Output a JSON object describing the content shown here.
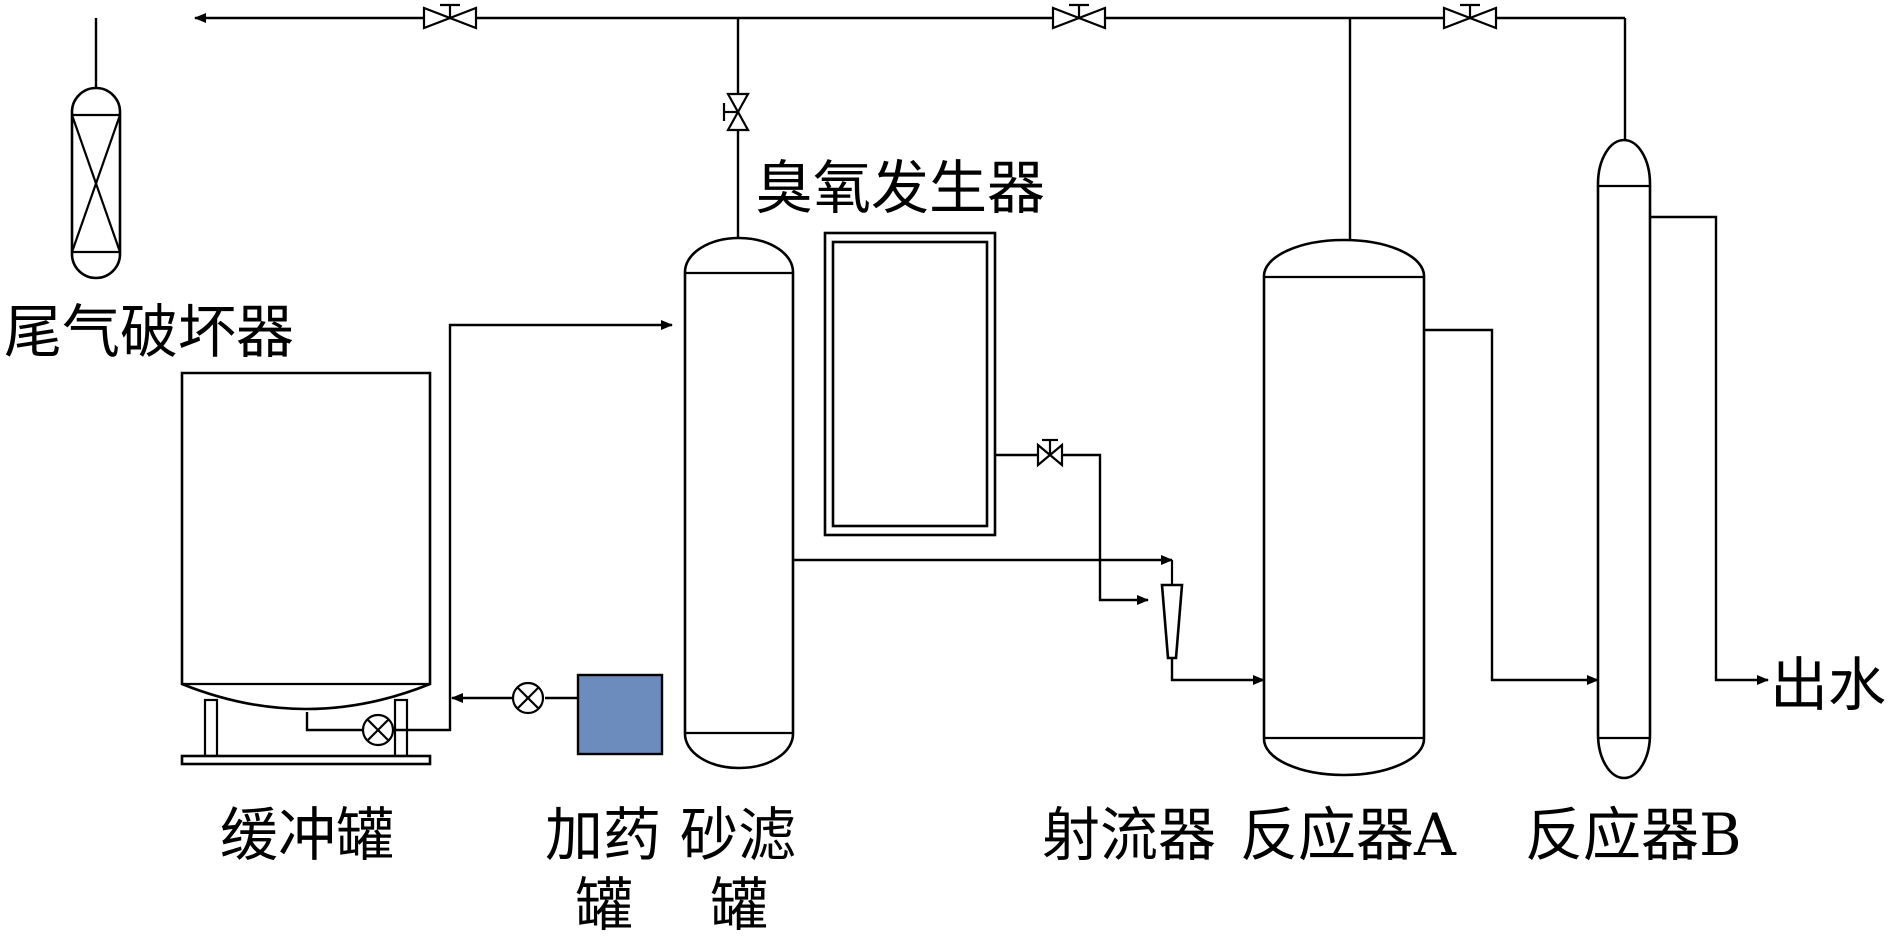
{
  "labels": {
    "destructor": "尾气破坏器",
    "ozone_generator": "臭氧发生器",
    "buffer_tank": "缓冲罐",
    "dosing_tank_line1": "加药",
    "dosing_tank_line2": "罐",
    "sand_filter_line1": "砂滤",
    "sand_filter_line2": "罐",
    "ejector": "射流器",
    "reactor_a": "反应器A",
    "reactor_b": "反应器B",
    "outlet": "出水"
  },
  "colors": {
    "line": "#000000",
    "dosing_tank_fill": "#6b8cbc",
    "background": "#ffffff"
  }
}
